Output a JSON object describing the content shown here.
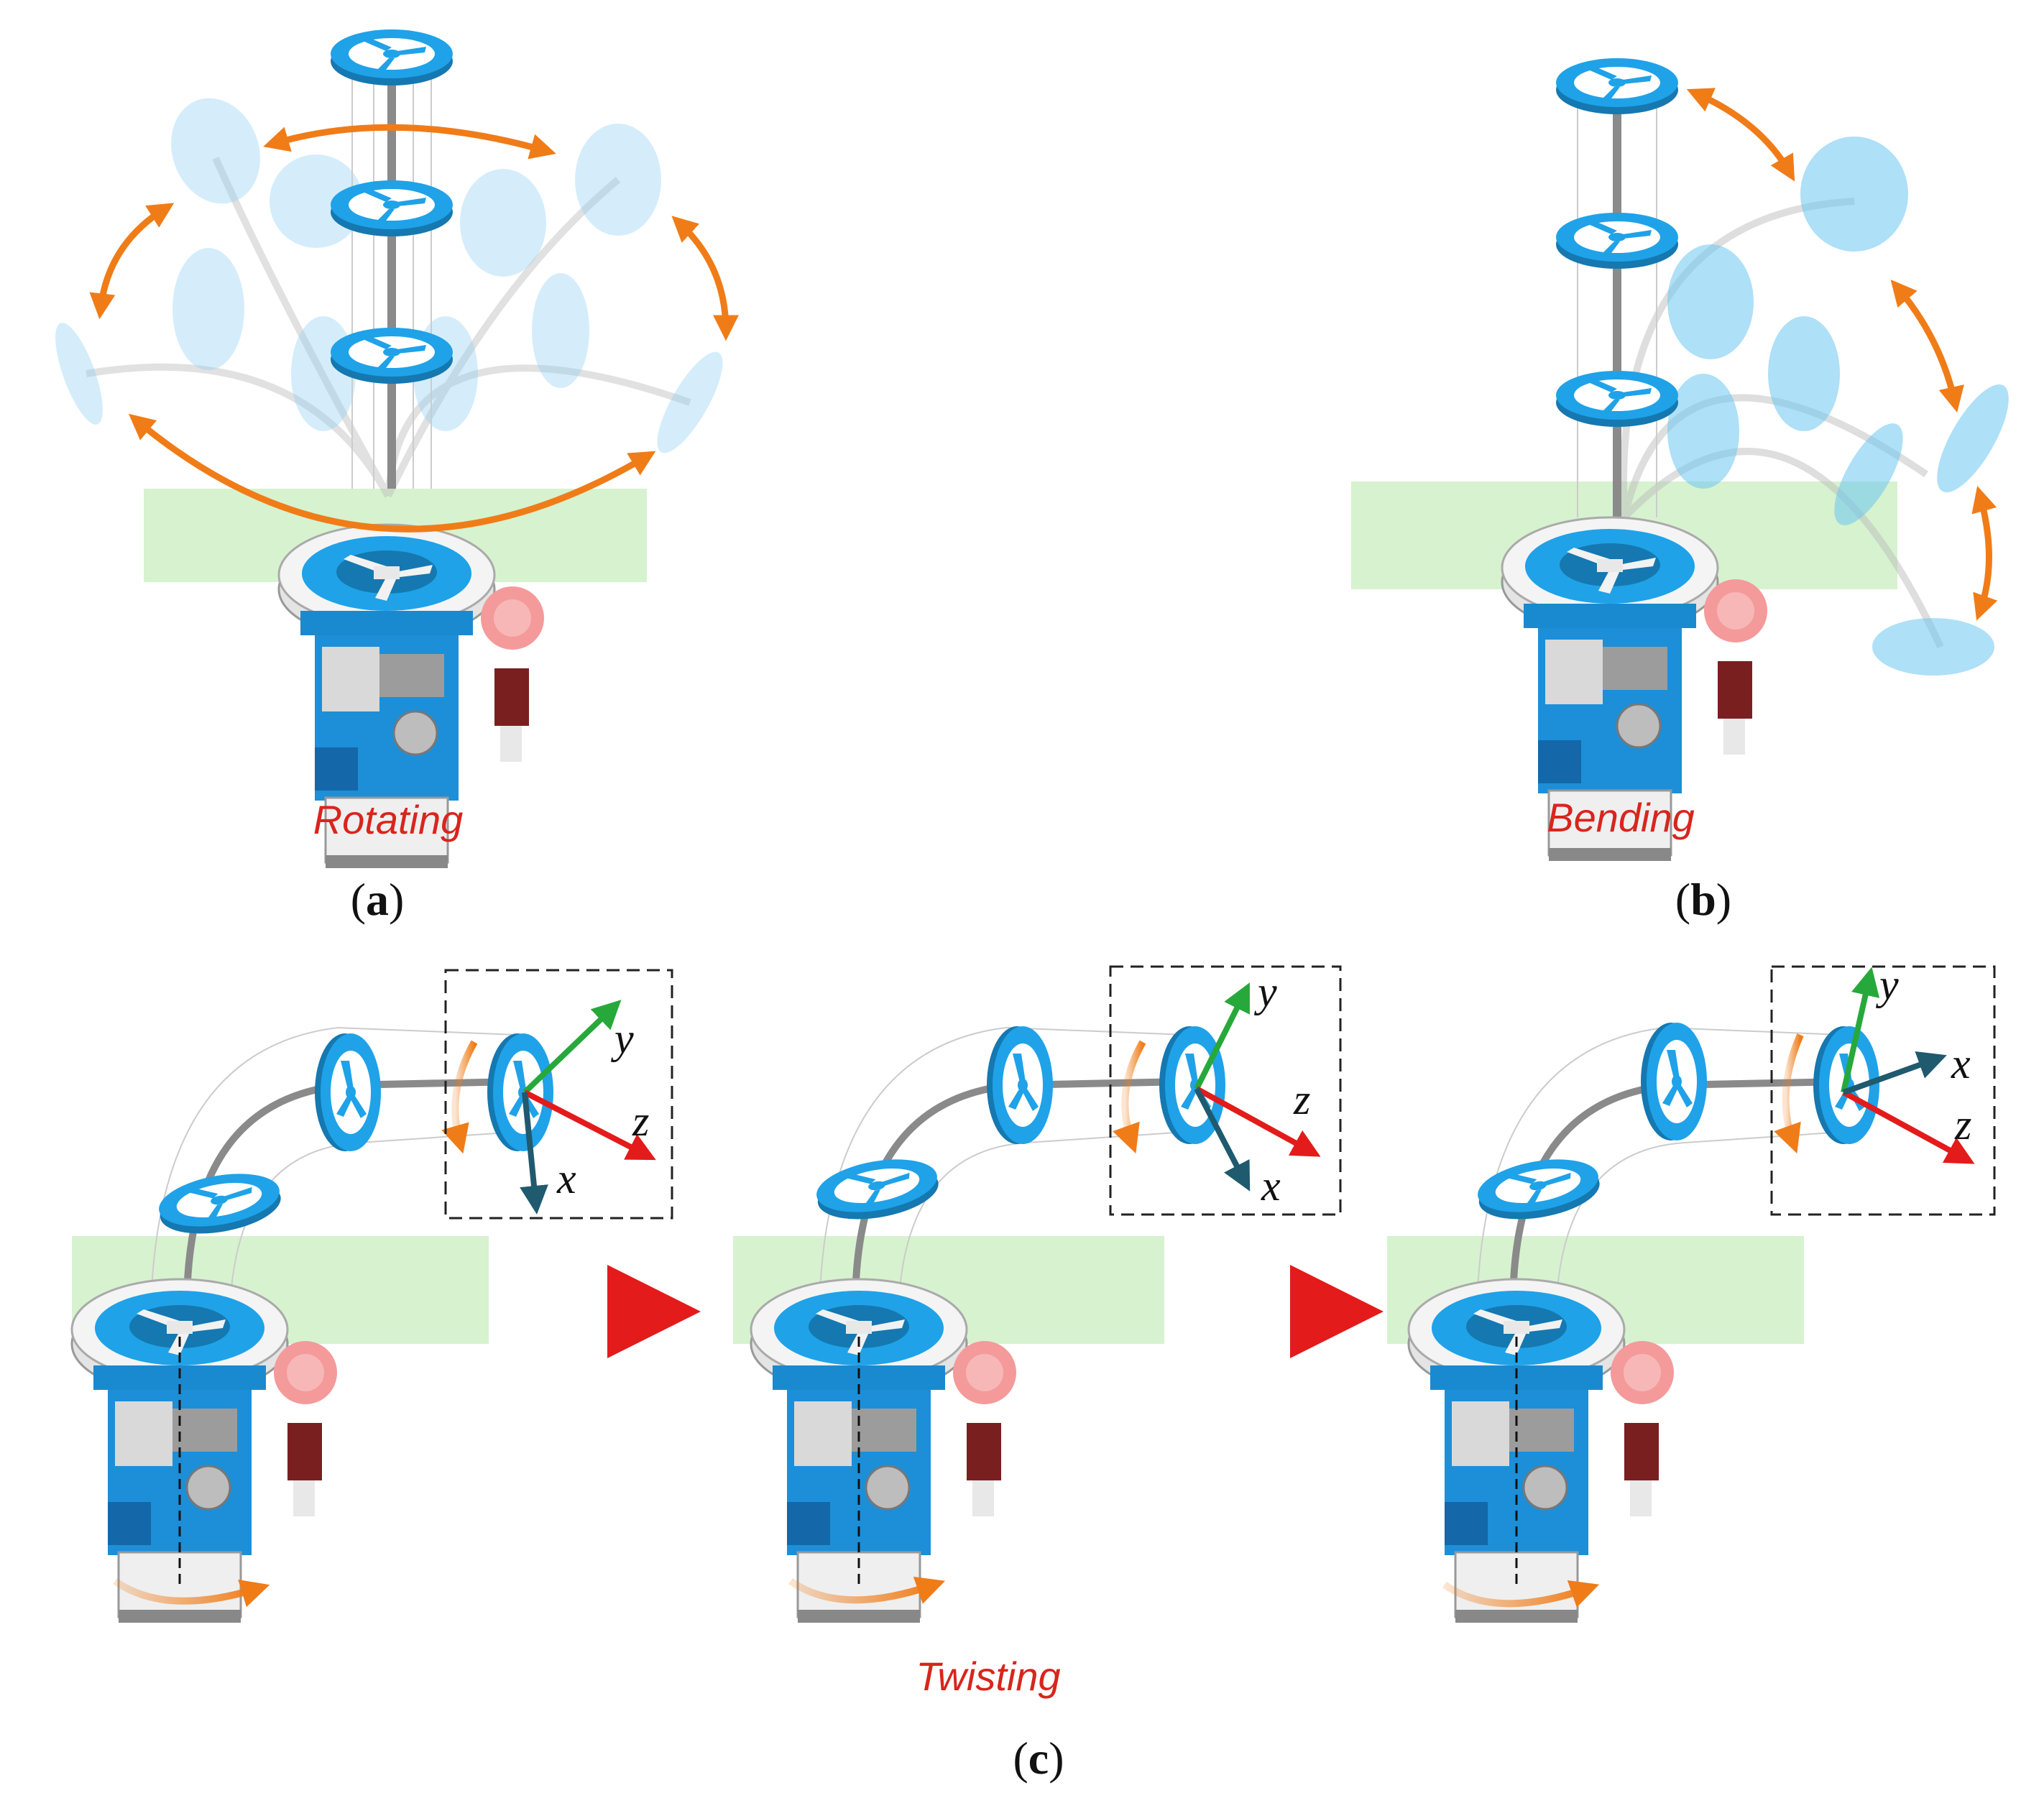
{
  "panels": [
    {
      "id": "a",
      "label_open": "(",
      "label_letter": "a",
      "label_close": ")",
      "mode": "Rotating"
    },
    {
      "id": "b",
      "label_open": "(",
      "label_letter": "b",
      "label_close": ")",
      "mode": "Bending"
    },
    {
      "id": "c",
      "label_open": "(",
      "label_letter": "c",
      "label_close": ")",
      "mode": "Twisting"
    }
  ],
  "axes": {
    "x": "x",
    "y": "y",
    "z": "z"
  },
  "colors": {
    "disk": "#1fa2e8",
    "disk_ghost": "#a9dcf5",
    "arrow": "#f07c18",
    "plate": "#d7f2cf",
    "gear": "#f49a9a",
    "axis_x": "#1f5a6e",
    "axis_y": "#27a83b",
    "axis_z": "#e31b1b",
    "flow_arrow": "#e31b1b",
    "label_red": "#d8251d"
  }
}
